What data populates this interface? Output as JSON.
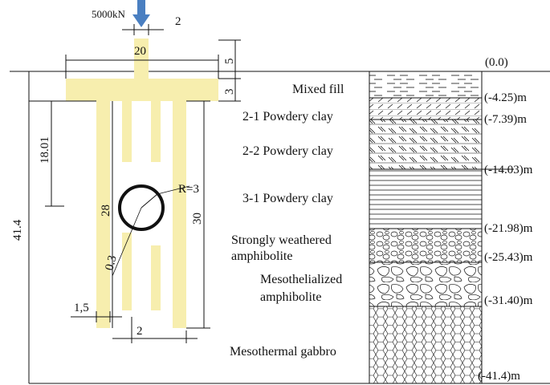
{
  "load": {
    "label": "5000kN",
    "arrow_color": "#4a7fc1"
  },
  "colors": {
    "pile_fill": "#f7eeae",
    "line": "#111111"
  },
  "dimensions": {
    "column_width": "2",
    "cap_length": "20",
    "column_height": "5",
    "cap_thickness": "3",
    "upper_depth": "18.01",
    "total_depth": "41.4",
    "tunnel_radius": "R=3",
    "short_pile": "28",
    "long_pile": "30",
    "clearance": "0.3",
    "pile_diameter": "1,5",
    "pile_spacing": "2"
  },
  "strata": [
    {
      "name": "Mixed fill",
      "depth": "(-4.25)m",
      "pattern": "dashes"
    },
    {
      "name": "2-1 Powdery clay",
      "depth": "(-7.39)m",
      "pattern": "diagonal-hatch"
    },
    {
      "name": "2-2 Powdery clay",
      "depth": "(-14.03)m",
      "pattern": "slash-hatch"
    },
    {
      "name": "3-1 Powdery clay",
      "depth": "(-21.98)m",
      "pattern": "horizontal-lines"
    },
    {
      "name_line1": "Strongly weathered",
      "name_line2": "amphibolite",
      "depth": "(-25.43)m",
      "pattern": "small-stones"
    },
    {
      "name_line1": "Mesothelialized",
      "name_line2": "amphibolite",
      "depth": "(-31.40)m",
      "pattern": "large-stones"
    },
    {
      "name": "Mesothermal gabbro",
      "depth": "(-41.4)m",
      "pattern": "hexagons"
    }
  ],
  "ground_level": "(0.0)"
}
